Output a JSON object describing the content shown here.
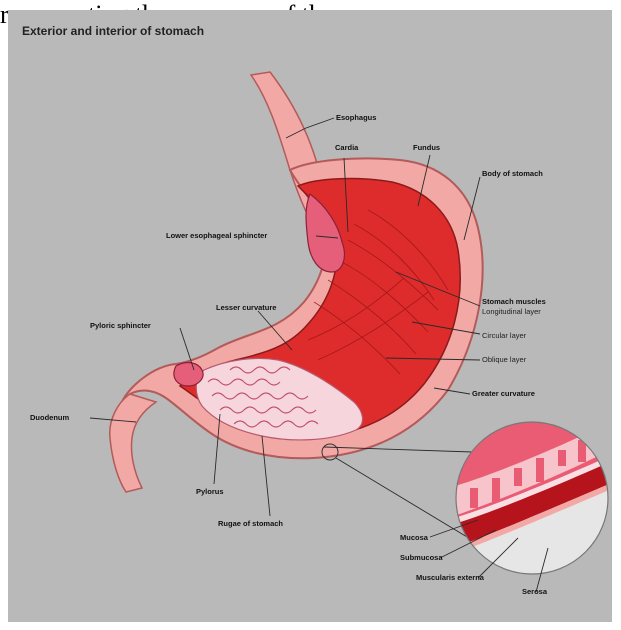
{
  "caption_text": "representing the exposure of the",
  "title": "Exterior and interior of stomach",
  "labels": {
    "esophagus": "Esophagus",
    "cardia": "Cardia",
    "fundus": "Fundus",
    "body": "Body of stomach",
    "les": "Lower esophageal sphincter",
    "muscles": "Stomach muscles",
    "longitudinal": "Longitudinal layer",
    "circular": "Circular layer",
    "oblique": "Oblique layer",
    "lesser": "Lesser curvature",
    "pyloric": "Pyloric sphincter",
    "greater": "Greater curvature",
    "duodenum": "Duodenum",
    "pylorus": "Pylorus",
    "rugae": "Rugae of stomach",
    "mucosa": "Mucosa",
    "submucosa": "Submucosa",
    "muscularis": "Muscularis externa",
    "serosa": "Serosa"
  }
}
